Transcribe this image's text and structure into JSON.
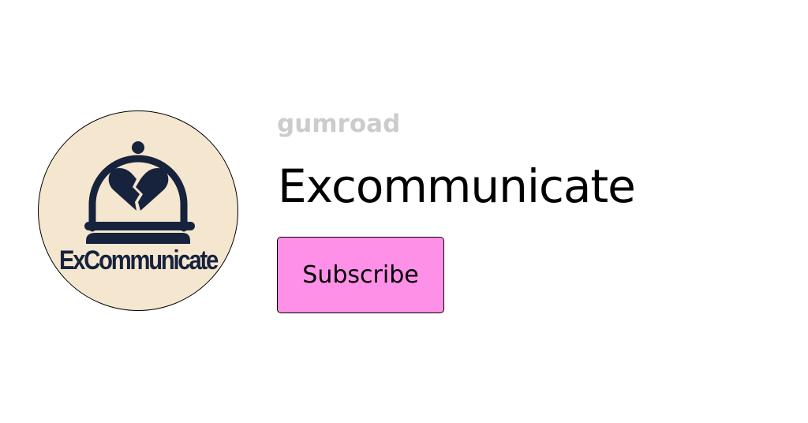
{
  "avatar": {
    "logo_text": "ExCommunicate",
    "background": "#f5e6d0",
    "ink": "#17233d"
  },
  "brand": {
    "name": "gumroad"
  },
  "profile": {
    "title": "Excommunicate"
  },
  "actions": {
    "subscribe_label": "Subscribe",
    "subscribe_color": "#ff90e8"
  }
}
